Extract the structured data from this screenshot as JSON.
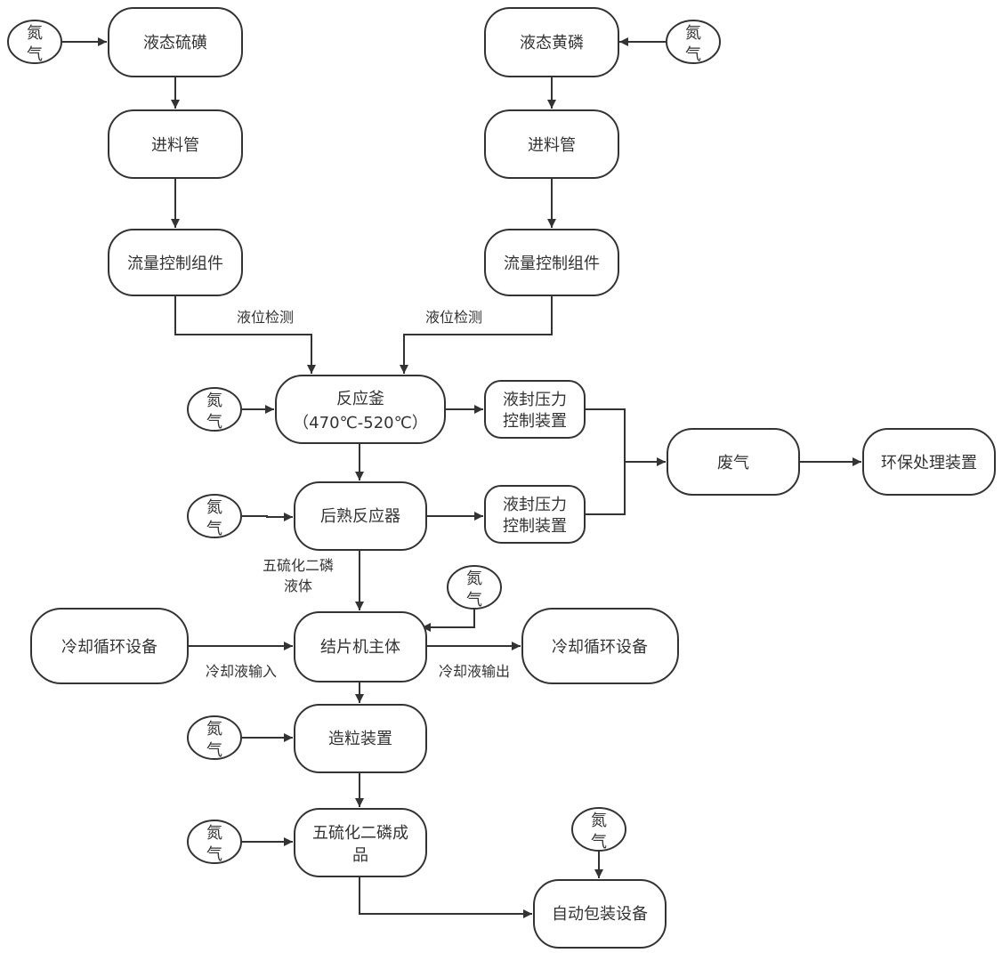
{
  "colors": {
    "stroke": "#333333",
    "text": "#333333",
    "fill": "#ffffff"
  },
  "nodes": {
    "sulfur": "液态硫磺",
    "phosphorus": "液态黄磷",
    "feed_left": "进料管",
    "feed_right": "进料管",
    "flow_left": "流量控制组件",
    "flow_right": "流量控制组件",
    "reactor_line1": "反应釜",
    "reactor_line2": "（470℃-520℃）",
    "post_reactor": "后熟反应器",
    "seal1_line1": "液封压力",
    "seal1_line2": "控制装置",
    "seal2_line1": "液封压力",
    "seal2_line2": "控制装置",
    "waste_gas": "废气",
    "env_treatment": "环保处理装置",
    "flaker": "结片机主体",
    "cooling_in": "冷却循环设备",
    "cooling_out": "冷却循环设备",
    "granulator": "造粒装置",
    "product_line1": "五硫化二磷成",
    "product_line2": "品",
    "packaging": "自动包装设备"
  },
  "nitrogen": {
    "line1": "氮",
    "line2": "气"
  },
  "edge_labels": {
    "level_left": "液位检测",
    "level_right": "液位检测",
    "liquid_line1": "五硫化二磷",
    "liquid_line2": "液体",
    "coolant_in": "冷却液输入",
    "coolant_out": "冷却液输出"
  }
}
